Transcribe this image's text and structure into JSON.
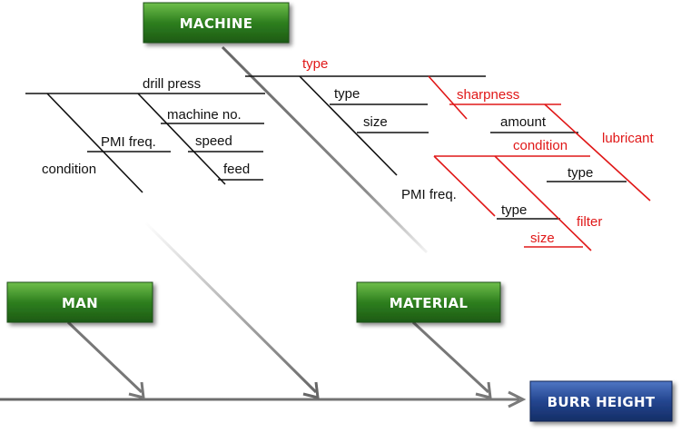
{
  "categories": {
    "machine": "MACHINE",
    "man": "MAN",
    "material": "MATERIAL"
  },
  "effect": "BURR HEIGHT",
  "machine_branches": {
    "drill_press": "drill press",
    "machine_no": "machine no.",
    "speed": "speed",
    "feed": "feed",
    "pmi_freq": "PMI freq.",
    "condition": "condition"
  },
  "tool_branches": {
    "type": "type",
    "type_sub": "type",
    "size": "size",
    "pmi_freq": "PMI freq."
  },
  "red_branches": {
    "sharpness": "sharpness",
    "amount": "amount",
    "condition": "condition",
    "lubricant": "lubricant",
    "type": "type",
    "filter": "filter",
    "filter_type": "type",
    "filter_size": "size"
  },
  "colors": {
    "category_box": "#2f7a22",
    "effect_box": "#1c3a7a",
    "red": "#e01818",
    "line": "#111111",
    "arrow": "#777777"
  }
}
